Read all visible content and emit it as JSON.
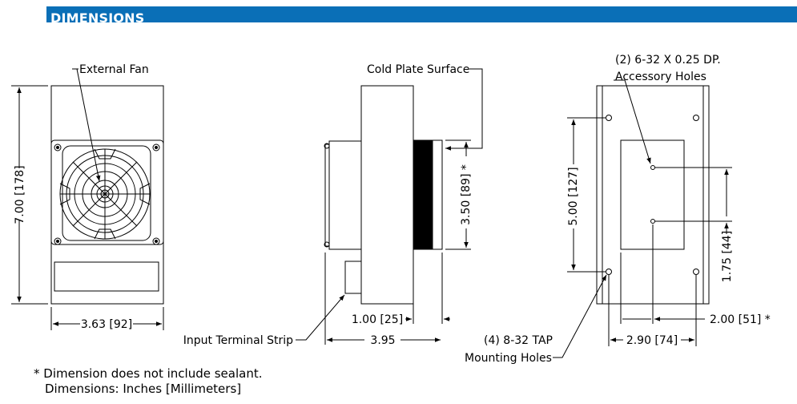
{
  "header": {
    "title": "DIMENSIONS"
  },
  "labels": {
    "external_fan": "External Fan",
    "cold_plate_surface": "Cold Plate Surface",
    "accessory_holes_line1": "(2) 6-32 X 0.25 DP.",
    "accessory_holes_line2": "Accessory Holes",
    "input_terminal_strip": "Input Terminal Strip",
    "mounting_holes_line1": "(4) 8-32 TAP",
    "mounting_holes_line2": "Mounting Holes"
  },
  "dimensions": {
    "front_height": "7.00 [178]",
    "front_width": "3.63 [92]",
    "cold_plate_height": "3.50 [89] *",
    "cold_plate_depth": "1.00 [25]",
    "overall_depth": "3.95",
    "mount_vertical": "5.00 [127]",
    "accessory_spacing": "1.75 [44]",
    "accessory_offset": "2.00 [51] *",
    "mount_horizontal": "2.90 [74]"
  },
  "notes": {
    "sealant": "* Dimension does not include sealant.",
    "units": "Dimensions: Inches [Millimeters]"
  }
}
